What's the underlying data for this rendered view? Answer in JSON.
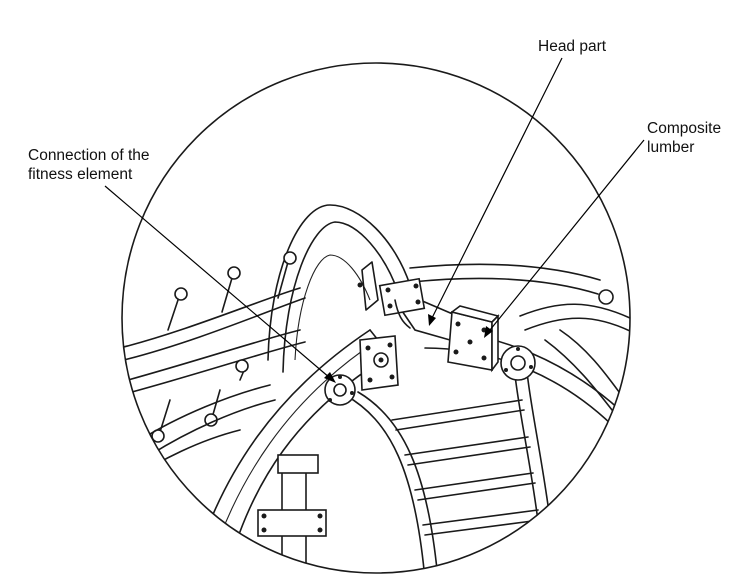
{
  "labels": {
    "connection": "Connection of the\nfitness element",
    "head_part": "Head part",
    "composite": "Composite\nlumber"
  }
}
